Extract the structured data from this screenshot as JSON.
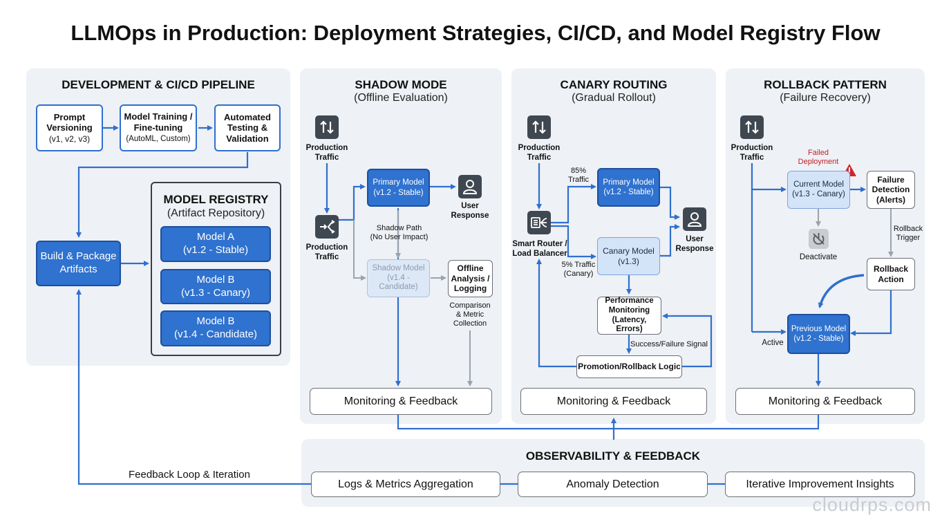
{
  "title": "LLMOps in Production: Deployment Strategies, CI/CD, and Model Registry Flow",
  "dev": {
    "title": "DEVELOPMENT & CI/CD PIPELINE",
    "prompt": [
      "Prompt",
      "Versioning",
      "(v1, v2, v3)"
    ],
    "training": [
      "Model Training /",
      "Fine-tuning",
      "(AutoML, Custom)"
    ],
    "testing": [
      "Automated",
      "Testing &",
      "Validation"
    ],
    "build": [
      "Build & Package",
      "Artifacts"
    ],
    "registry": {
      "title": "MODEL REGISTRY",
      "subtitle": "(Artifact Repository)",
      "models": [
        [
          "Model A",
          "(v1.2 - Stable)"
        ],
        [
          "Model B",
          "(v1.3 - Canary)"
        ],
        [
          "Model B",
          "(v1.4 - Candidate)"
        ]
      ]
    }
  },
  "shadow": {
    "title": "SHADOW MODE",
    "subtitle": "(Offline Evaluation)",
    "traffic_top": [
      "Production",
      "Traffic"
    ],
    "traffic_mid": [
      "Production",
      "Traffic"
    ],
    "primary": [
      "Primary Model",
      "(v1.2 - Stable)"
    ],
    "user_response": [
      "User",
      "Response"
    ],
    "shadow_path": [
      "Shadow Path",
      "(No User Impact)"
    ],
    "shadow_model": [
      "Shadow Model",
      "(v1.4 -",
      "Candidate)"
    ],
    "offline": [
      "Offline",
      "Analysis /",
      "Logging"
    ],
    "comparison": [
      "Comparison",
      "& Metric",
      "Collection"
    ],
    "monitoring": "Monitoring & Feedback"
  },
  "canary": {
    "title": "CANARY ROUTING",
    "subtitle": "(Gradual Rollout)",
    "traffic": [
      "Production",
      "Traffic"
    ],
    "router": [
      "Smart Router /",
      "Load Balancer"
    ],
    "pct_main": [
      "85%",
      "Traffic"
    ],
    "pct_canary": [
      "5% Traffic",
      "(Canary)"
    ],
    "primary": [
      "Primary Model",
      "(v1.2 - Stable)"
    ],
    "canary_model": [
      "Canary Model",
      "(v1.3)"
    ],
    "user_response": [
      "User",
      "Response"
    ],
    "perf": [
      "Performance",
      "Monitoring",
      "(Latency, Errors)"
    ],
    "signal": "Success/Failure Signal",
    "promotion": "Promotion/Rollback Logic",
    "monitoring": "Monitoring & Feedback"
  },
  "rollback": {
    "title": "ROLLBACK PATTERN",
    "subtitle": "(Failure Recovery)",
    "traffic": [
      "Production",
      "Traffic"
    ],
    "failed": [
      "Failed",
      "Deployment"
    ],
    "current": [
      "Current Model",
      "(v1.3 - Canary)"
    ],
    "failure_detection": [
      "Failure",
      "Detection",
      "(Alerts)"
    ],
    "deactivate": "Deactivate",
    "trigger": [
      "Rollback",
      "Trigger"
    ],
    "action": [
      "Rollback",
      "Action"
    ],
    "previous": [
      "Previous Model",
      "(v1.2 - Stable)"
    ],
    "active": "Active",
    "monitoring": "Monitoring & Feedback"
  },
  "observability": {
    "title": "OBSERVABILITY & FEEDBACK",
    "logs": "Logs & Metrics Aggregation",
    "anomaly": "Anomaly Detection",
    "insights": "Iterative Improvement Insights"
  },
  "feedback_loop": "Feedback Loop & Iteration",
  "watermark": "cloudrps.com",
  "colors": {
    "accent": "#2f72cf",
    "line": "#2f6fcf",
    "grey_line": "#9aa3ad",
    "panel": "#eef1f5",
    "alert": "#d0242c",
    "failed_text": "#c0202a"
  }
}
